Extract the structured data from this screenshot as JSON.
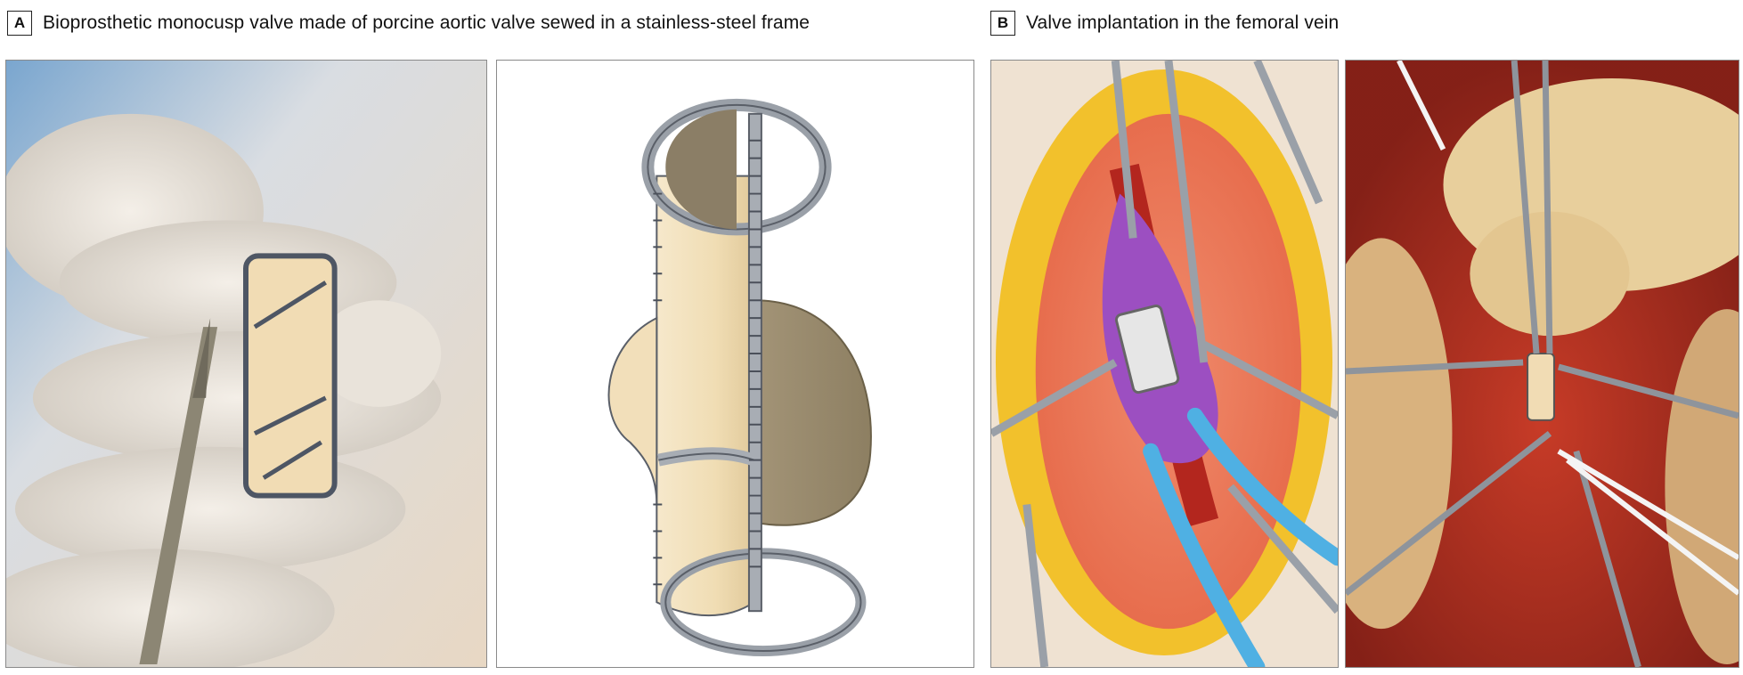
{
  "panel_a": {
    "letter": "A",
    "caption": "Bioprosthetic monocusp valve made of porcine aortic valve sewed in a stainless-steel frame"
  },
  "panel_b": {
    "letter": "B",
    "caption": "Valve implantation in the femoral vein"
  },
  "colors": {
    "frame_border": "#8a8a8a",
    "valve_tissue": "#f1dcb4",
    "steel": "#b8bcc2",
    "purple_drape": "#9c4fc1",
    "blue_loop": "#4fb0e3",
    "fat_yellow": "#f2c12c",
    "tissue_red": "#b3261e"
  },
  "icons": [
    "photo-valve-in-hand",
    "frame-3d-render",
    "surgical-illustration",
    "surgical-photo"
  ]
}
